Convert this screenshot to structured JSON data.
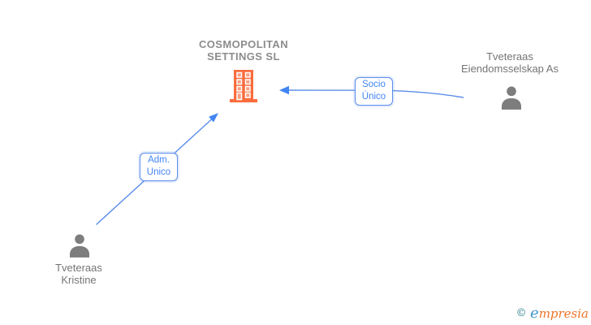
{
  "diagram": {
    "company": {
      "name_line1": "COSMOPOLITAN",
      "name_line2": "SETTINGS SL",
      "icon": "building-icon"
    },
    "person_right": {
      "name_line1": "Tveteraas",
      "name_line2": "Eiendomsselskap As",
      "icon": "person-icon"
    },
    "person_left": {
      "name_line1": "Tveteraas",
      "name_line2": "Kristine",
      "icon": "person-icon"
    },
    "relations": [
      {
        "label_line1": "Socio",
        "label_line2": "Único"
      },
      {
        "label_line1": "Adm.",
        "label_line2": "Unico"
      }
    ],
    "colors": {
      "arrow_blue": "#5b8dea",
      "arrowhead_blue": "#4285f4",
      "label_blue": "#4285f4",
      "building_orange": "#fa6c3e",
      "person_gray": "#7d7d7d",
      "name_text_gray": "#757575",
      "company_text_gray": "#8c8c8c"
    }
  },
  "footer": {
    "copyright": "©",
    "brand_e": "e",
    "brand_rest": "mpresia",
    "logo_teal": "#2b7f8e",
    "logo_blue": "#4596cb",
    "logo_orange": "#ee7428"
  }
}
